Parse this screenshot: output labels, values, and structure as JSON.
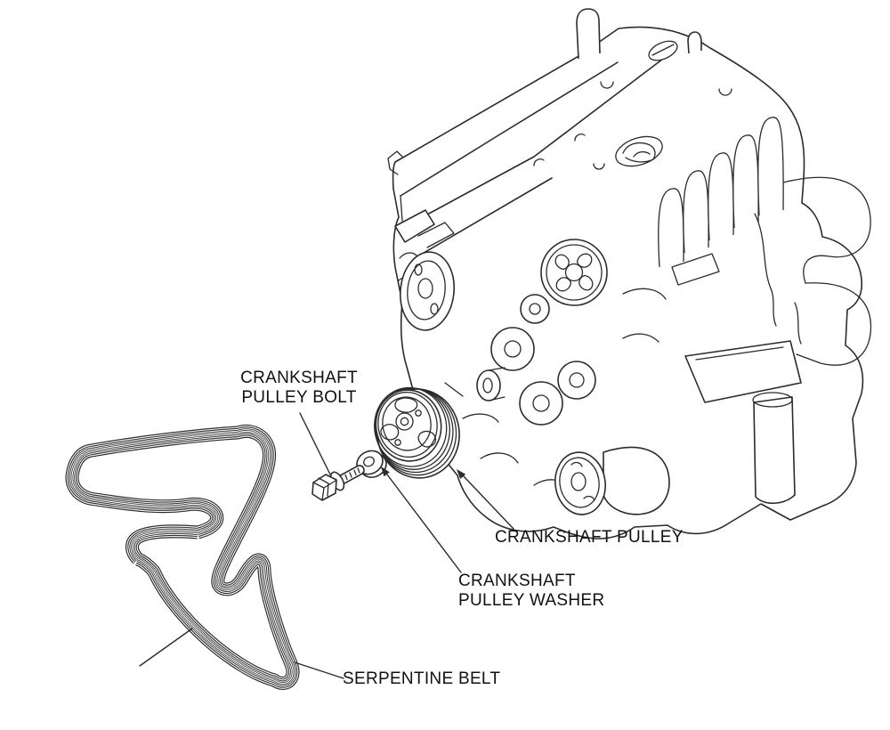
{
  "page": {
    "background_color": "#ffffff",
    "line_color": "#2b2b2b",
    "text_color": "#111111"
  },
  "diagram": {
    "kind": "exploded-parts-line-diagram",
    "subject": "Engine front accessory drive: serpentine belt, crankshaft pulley, washer and bolt",
    "labels": {
      "bolt": {
        "text": "CRANKSHAFT PULLEY BOLT",
        "lines": [
          "CRANKSHAFT",
          "PULLEY BOLT"
        ]
      },
      "pulley": {
        "text": "CRANKSHAFT PULLEY",
        "lines": [
          "CRANKSHAFT PULLEY"
        ]
      },
      "washer": {
        "text": "CRANKSHAFT PULLEY WASHER",
        "lines": [
          "CRANKSHAFT",
          "PULLEY WASHER"
        ]
      },
      "belt": {
        "text": "SERPENTINE BELT",
        "lines": [
          "SERPENTINE BELT"
        ]
      }
    }
  }
}
